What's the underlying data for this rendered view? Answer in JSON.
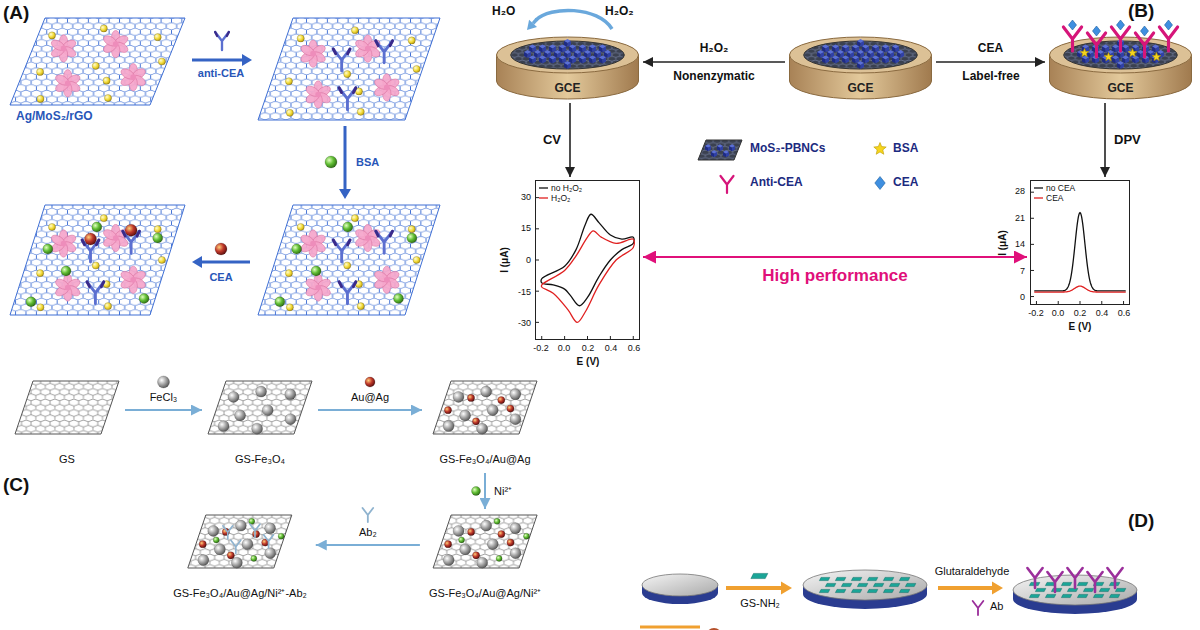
{
  "diagram": {
    "nodes": [
      {
        "text": [
          "GCE"
        ]
      },
      {
        "text": [
          "GCE"
        ]
      },
      {
        "text": [
          "GCE"
        ]
      },
      {
        "text": [
          "no H₂O₂",
          "H₂O₂"
        ]
      },
      {
        "text": [
          "no CEA",
          "CEA"
        ]
      },
      {
        "text": [
          "GS"
        ]
      },
      {
        "text": [
          "GS-Fe₃O₄"
        ]
      },
      {
        "text": [
          "GS-Fe₃O₄/Au@Ag"
        ]
      },
      {
        "text": [
          "GS-Fe₃O₄/Au@Ag/Ni²⁺"
        ]
      },
      {
        "text": [
          "GS-Fe₃O₄/Au@Ag/Ni²⁺-Ab₂"
        ]
      }
    ],
    "edges": [
      {
        "from": 1,
        "to": 0,
        "arrow": "to",
        "label": "H₂O₂"
      },
      {
        "from": 1,
        "to": 2,
        "arrow": "to",
        "label": "CEA"
      },
      {
        "from": 0,
        "to": 3,
        "arrow": "to",
        "label": "CV"
      },
      {
        "from": 2,
        "to": 4,
        "arrow": "to",
        "label": "DPV"
      },
      {
        "from": 3,
        "to": 4,
        "arrow": "both",
        "label": "High performance"
      },
      {
        "from": 5,
        "to": 6,
        "arrow": "to",
        "label": "FeCl₃"
      },
      {
        "from": 6,
        "to": 7,
        "arrow": "to",
        "label": "Au@Ag"
      },
      {
        "from": 7,
        "to": 8,
        "arrow": "to",
        "label": "Ni²⁺"
      },
      {
        "from": 8,
        "to": 9,
        "arrow": "to",
        "label": "Ab₂"
      }
    ],
    "labels": [
      "(A)",
      "Ag/MoS₂/rGO",
      "anti-CEA",
      "BSA",
      "CEA",
      "(B)",
      "H₂O",
      "H₂O₂",
      "Nonenzymatic",
      "Label-free",
      "30",
      "15",
      "0",
      "-15",
      "-30",
      "-0.2",
      "0.0",
      "0.2",
      "0.4",
      "0.6",
      "I (μA)",
      "E (V)",
      "28",
      "21",
      "14",
      "7",
      "0",
      "-0.2",
      "0.0",
      "0.2",
      "0.4",
      "0.6",
      "I (μA)",
      "E (V)",
      "(C)",
      "(D)",
      "GS-NH₂",
      "Glutaraldehyde",
      "Ab"
    ],
    "legend": [
      {
        "text": "MoS₂-PBNCs"
      },
      {
        "text": "BSA"
      },
      {
        "text": "Anti-CEA"
      },
      {
        "text": "CEA"
      }
    ]
  }
}
